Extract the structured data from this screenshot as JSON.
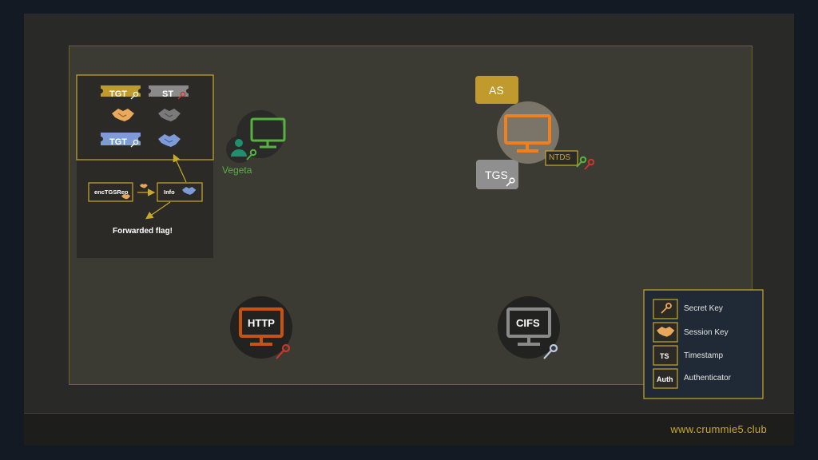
{
  "footer": {
    "url": "www.crummie5.club"
  },
  "panel": {
    "tickets": {
      "tgt_label": "TGT",
      "st_label": "ST",
      "tgt2_label": "TGT"
    },
    "flow": {
      "enc_label": "encTGSRep",
      "info_label": "Info",
      "note": "Forwarded flag!"
    }
  },
  "nodes": {
    "client_name": "Vegeta",
    "as_label": "AS",
    "tgs_label": "TGS",
    "ntds_label": "NTDS",
    "http_label": "HTTP",
    "cifs_label": "CIFS"
  },
  "legend": {
    "items": [
      {
        "icon": "key-icon",
        "label": "Secret Key"
      },
      {
        "icon": "handshake-icon",
        "label": "Session Key"
      },
      {
        "icon": "TS",
        "label": "Timestamp"
      },
      {
        "icon": "Auth",
        "label": "Authenticator"
      }
    ]
  },
  "colors": {
    "gold": "#c9a92a",
    "orange": "#f07f1e",
    "green": "#56b33f",
    "blue": "#7e9bd8",
    "red": "#c8372d",
    "http_orange": "#c8520f",
    "gray": "#8a8a8a"
  }
}
